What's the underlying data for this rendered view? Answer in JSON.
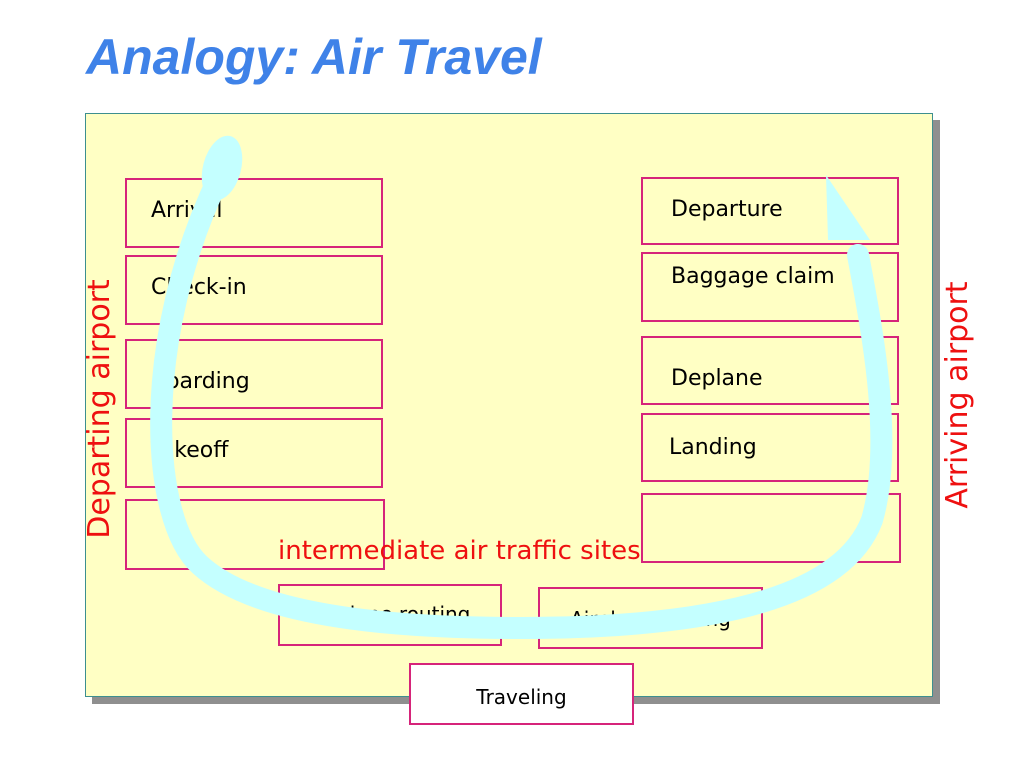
{
  "slide": {
    "title": "Analogy: Air Travel"
  },
  "diagram": {
    "departing_label": "Departing airport",
    "arriving_label": "Arriving airport",
    "intermediate_label": "intermediate air traffic sites",
    "departing_layers": [
      "Arrival",
      "Check-in",
      "Boarding",
      "Takeoff",
      ""
    ],
    "arriving_layers": [
      "Departure",
      "Baggage claim",
      "Deplane",
      "Landing",
      ""
    ],
    "intermediate_routing": [
      "Airplane routing",
      "Airplane routing"
    ],
    "traveling": "Traveling"
  },
  "colors": {
    "title": "#3f82e8",
    "panel_fill": "#ffffc4",
    "box_border": "#d6247a",
    "side_labels": "#ee1010",
    "flow_arrow": "#c4ffff"
  }
}
